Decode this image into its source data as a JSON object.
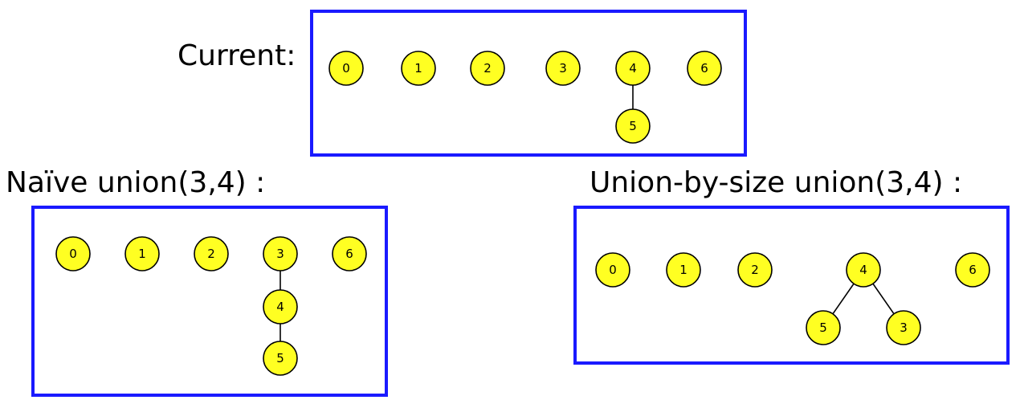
{
  "colors": {
    "frame": "#1a1aff",
    "node_fill": "#ffff22",
    "node_stroke": "#000000"
  },
  "panels": [
    {
      "id": "current",
      "label": "Current:",
      "nodes": [
        "0",
        "1",
        "2",
        "3",
        "4",
        "5",
        "6"
      ],
      "edges": [
        [
          "4",
          "5"
        ]
      ]
    },
    {
      "id": "naive",
      "label": "Naïve union(3,4) :",
      "nodes": [
        "0",
        "1",
        "2",
        "3",
        "4",
        "5",
        "6"
      ],
      "edges": [
        [
          "3",
          "4"
        ],
        [
          "4",
          "5"
        ]
      ]
    },
    {
      "id": "by_size",
      "label": "Union-by-size union(3,4) :",
      "nodes": [
        "0",
        "1",
        "2",
        "4",
        "5",
        "3",
        "6"
      ],
      "edges": [
        [
          "4",
          "5"
        ],
        [
          "4",
          "3"
        ]
      ]
    }
  ]
}
